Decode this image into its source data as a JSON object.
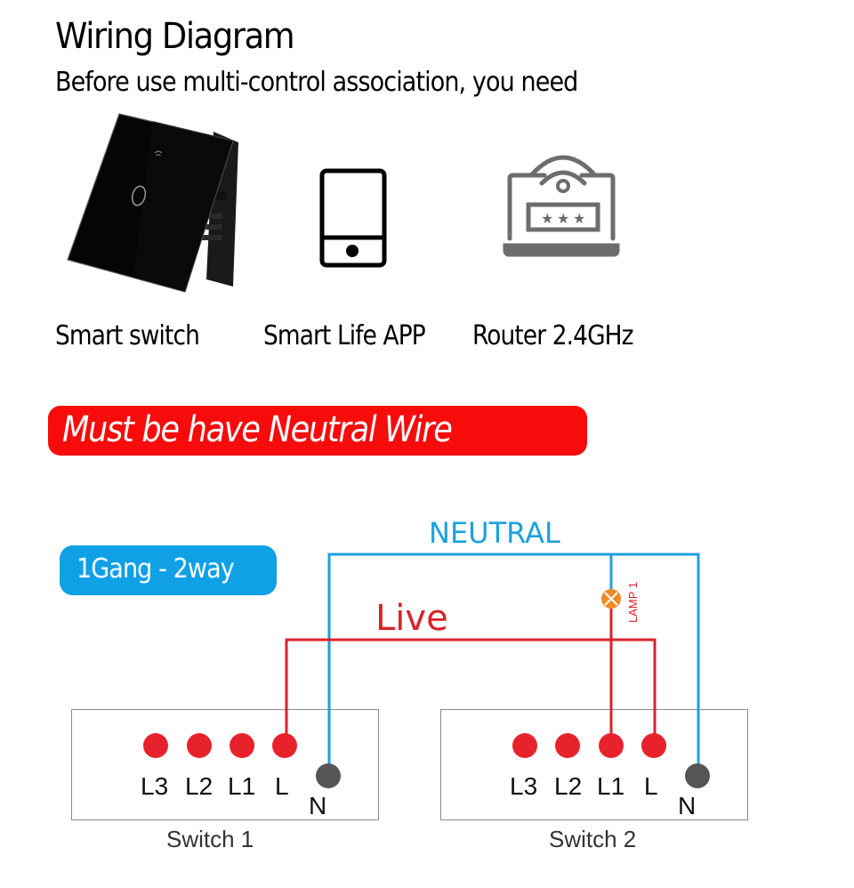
{
  "header": {
    "title": "Wiring Diagram",
    "subtitle": "Before use multi-control association, you need"
  },
  "requirements": [
    {
      "label": "Smart switch",
      "icon": "smart-switch-product-image"
    },
    {
      "label": "Smart Life APP",
      "icon": "smartphone-icon"
    },
    {
      "label": "Router 2.4GHz",
      "icon": "wifi-laptop-router-icon"
    }
  ],
  "warning_banner": {
    "text": "Must be have Neutral Wire",
    "color": "#f70b0b"
  },
  "diagram": {
    "mode_badge": {
      "text": "1Gang - 2way",
      "color": "#0fa0e6"
    },
    "neutral_label": "NEUTRAL",
    "live_label": "Live",
    "lamp_label": "LAMP 1",
    "colors": {
      "neutral": "#1ca0df",
      "live": "#d9222a",
      "lamp": "#f08a24",
      "n_terminal": "#555555"
    },
    "switches": [
      {
        "name": "Switch 1",
        "terminals": [
          "L3",
          "L2",
          "L1",
          "L"
        ],
        "neutral_terminal": "N"
      },
      {
        "name": "Switch 2",
        "terminals": [
          "L3",
          "L2",
          "L1",
          "L"
        ],
        "neutral_terminal": "N"
      }
    ]
  }
}
